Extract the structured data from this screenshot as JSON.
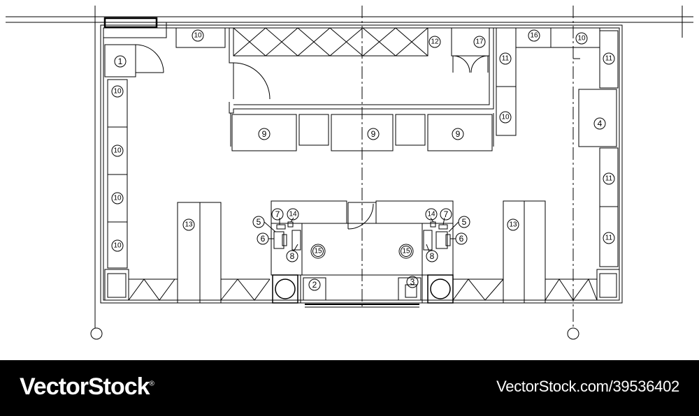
{
  "plan": {
    "labels": {
      "reception": "1",
      "cashier_left": "2",
      "cashier_right": "3",
      "side_cabinet": "4",
      "left_station": {
        "l5": "5",
        "l6": "6",
        "l7": "7",
        "l8": "8",
        "l14": "14",
        "l15": "15"
      },
      "right_station": {
        "r5": "5",
        "r6": "6",
        "r7": "7",
        "r8": "8",
        "r14": "14",
        "r15": "15"
      },
      "display_tables": [
        "9",
        "9",
        "9"
      ],
      "shelves_10": [
        "10",
        "10",
        "10",
        "10",
        "10",
        "10",
        "10"
      ],
      "shelves_11": [
        "11",
        "11",
        "11",
        "11"
      ],
      "counter_12": "12",
      "racks_13": [
        "13",
        "13"
      ],
      "item_16": "16",
      "item_17": "17"
    }
  },
  "footer": {
    "brand": "VectorStock",
    "registered_mark": "®",
    "image_id": "VectorStock.com/39536402"
  }
}
